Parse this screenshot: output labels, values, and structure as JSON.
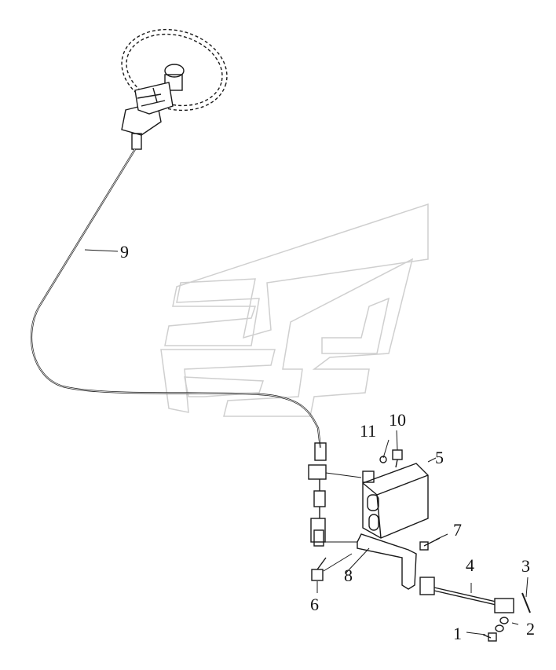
{
  "callouts": [
    {
      "id": "1",
      "label": "1"
    },
    {
      "id": "2",
      "label": "2"
    },
    {
      "id": "3",
      "label": "3"
    },
    {
      "id": "4",
      "label": "4"
    },
    {
      "id": "5",
      "label": "5"
    },
    {
      "id": "6",
      "label": "6"
    },
    {
      "id": "7",
      "label": "7"
    },
    {
      "id": "8",
      "label": "8"
    },
    {
      "id": "9",
      "label": "9"
    },
    {
      "id": "10",
      "label": "10"
    },
    {
      "id": "11",
      "label": "11"
    }
  ],
  "colors": {
    "line": "#1a1a1a",
    "watermark": "#cfcfcf"
  }
}
